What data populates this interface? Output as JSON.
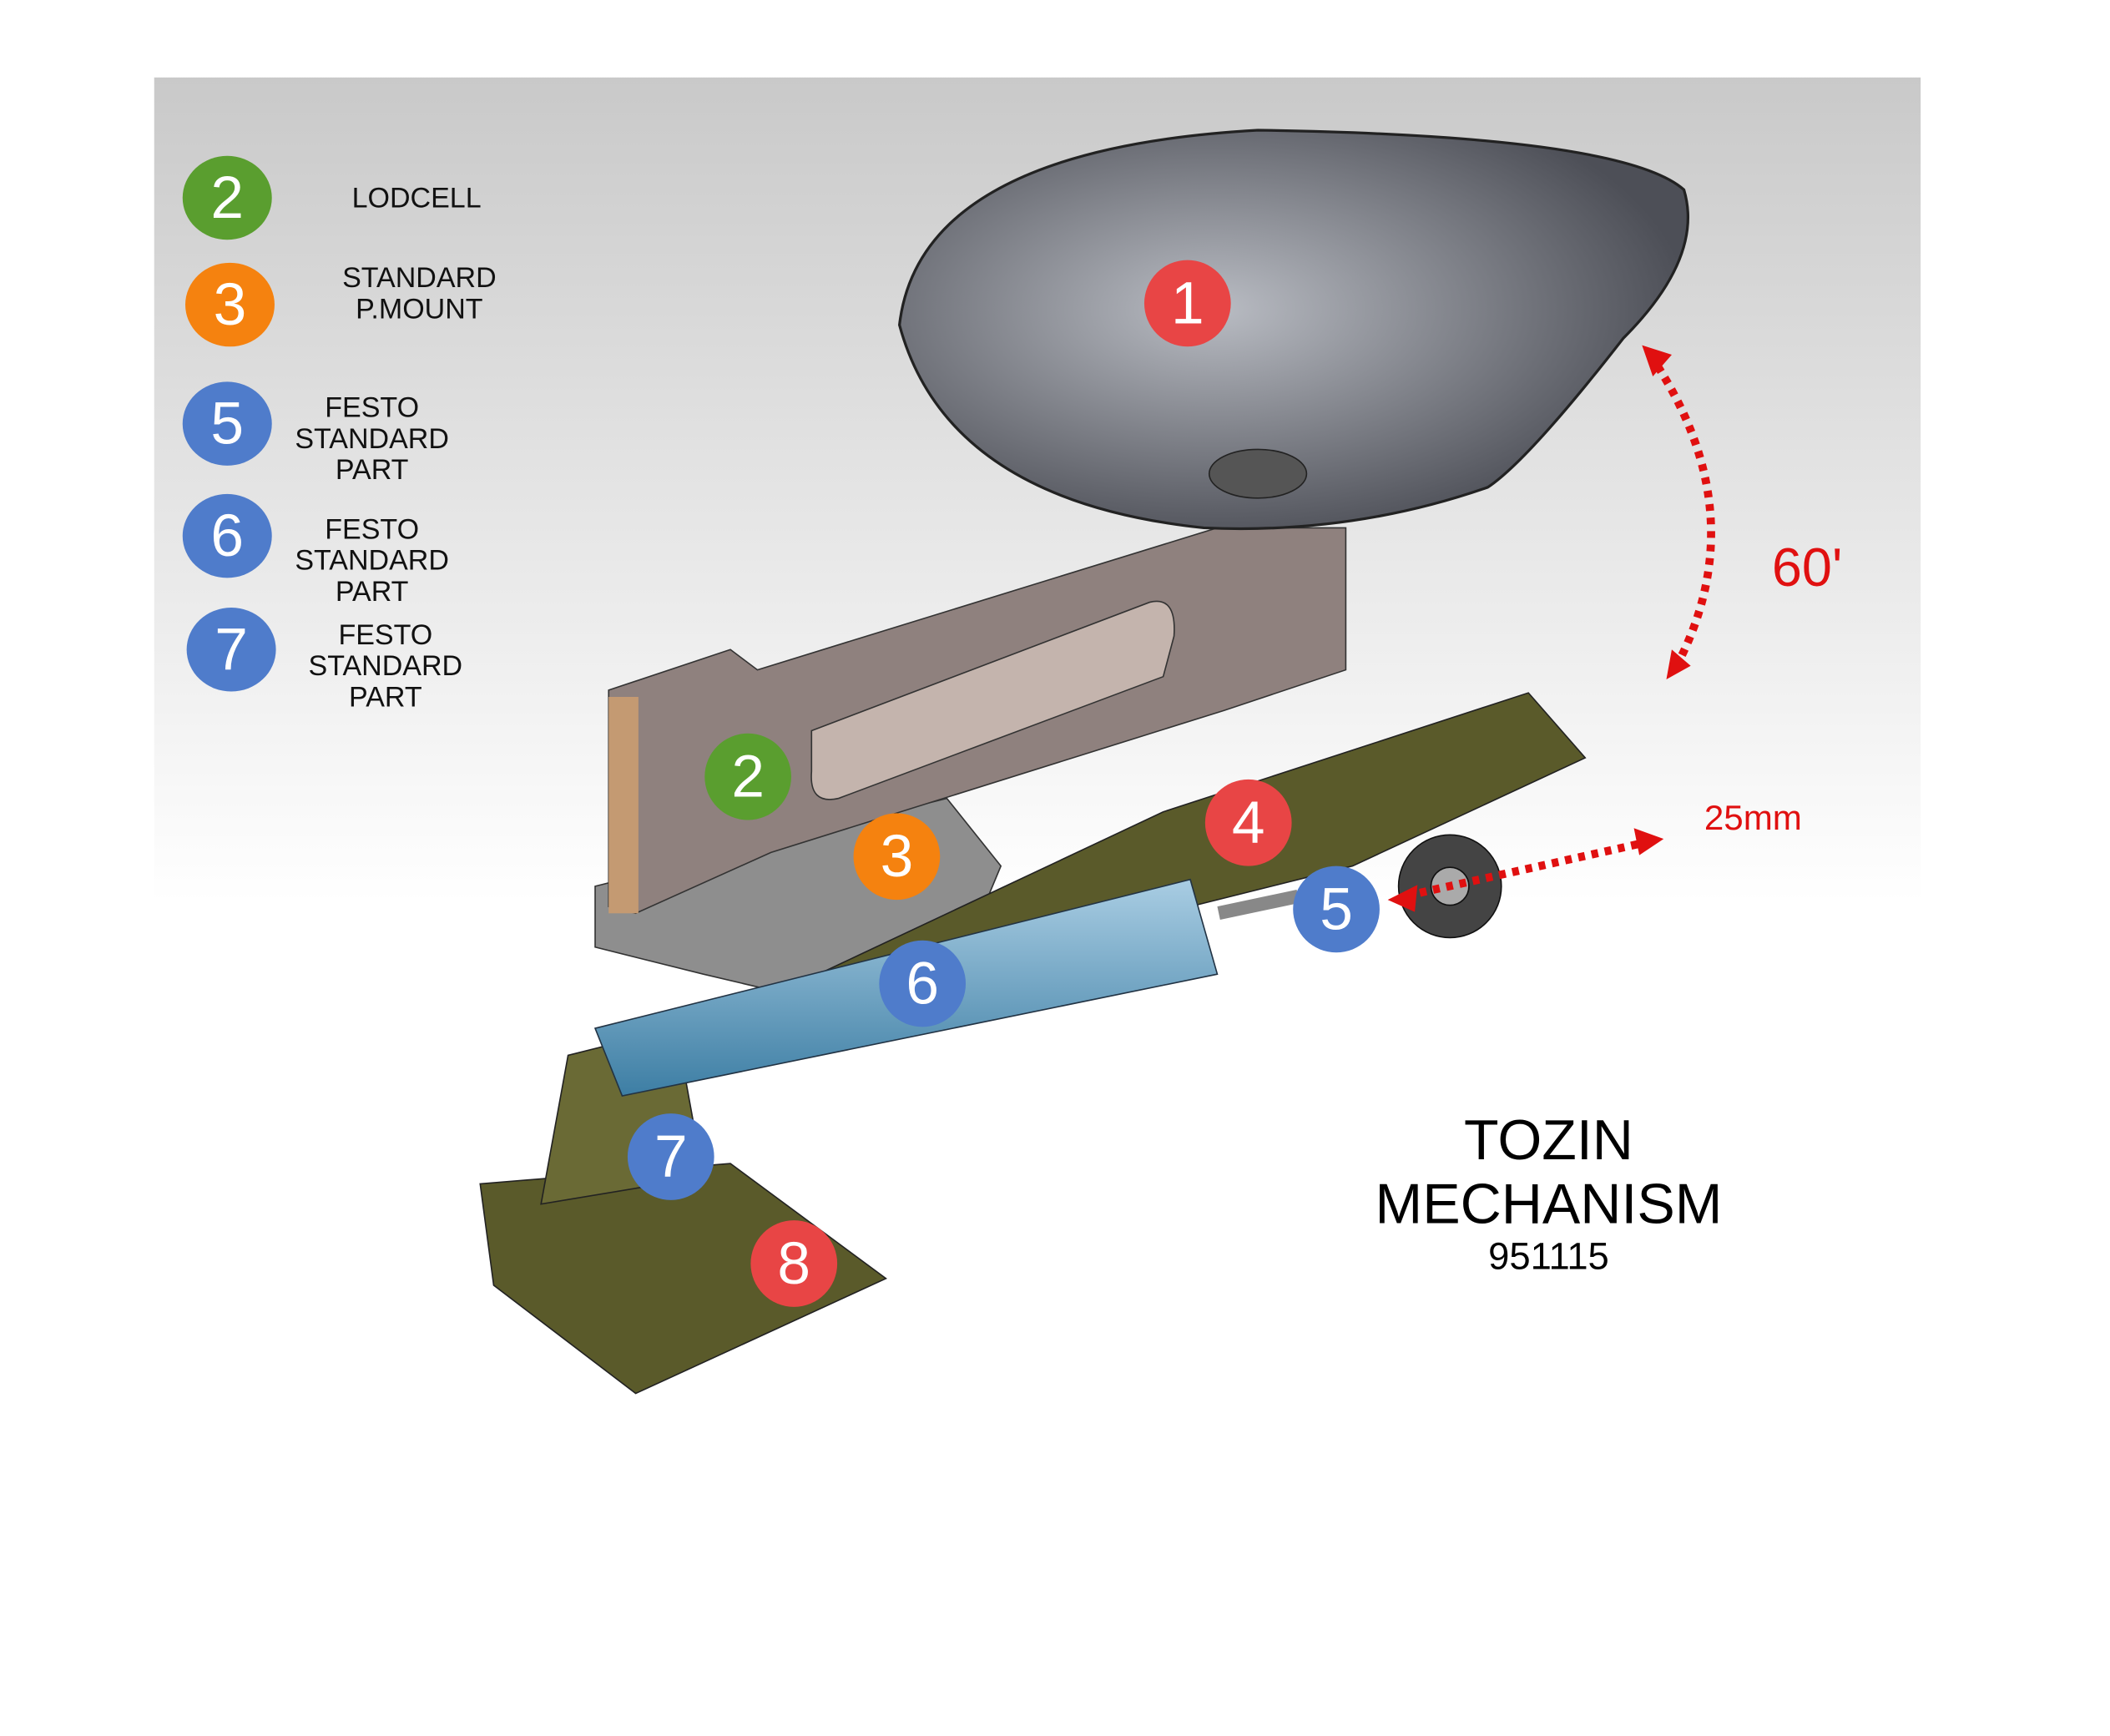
{
  "title": {
    "line1": "TOZIN",
    "line2": "MECHANISM",
    "code": "951115"
  },
  "legend": [
    {
      "number": "2",
      "color": "#5a9e2f",
      "lines": [
        "LODCELL"
      ]
    },
    {
      "number": "3",
      "color": "#f5820f",
      "lines": [
        "STANDARD",
        "P.MOUNT"
      ]
    },
    {
      "number": "5",
      "color": "#4f7ccb",
      "lines": [
        "FESTO",
        "STANDARD",
        "PART"
      ]
    },
    {
      "number": "6",
      "color": "#4f7ccb",
      "lines": [
        "FESTO",
        "STANDARD",
        "PART"
      ]
    },
    {
      "number": "7",
      "color": "#4f7ccb",
      "lines": [
        "FESTO",
        "STANDARD",
        "PART"
      ]
    }
  ],
  "markers": [
    {
      "number": "1",
      "color": "#e84545"
    },
    {
      "number": "2",
      "color": "#5a9e2f"
    },
    {
      "number": "3",
      "color": "#f5820f"
    },
    {
      "number": "4",
      "color": "#e84545"
    },
    {
      "number": "5",
      "color": "#4f7ccb"
    },
    {
      "number": "6",
      "color": "#4f7ccb"
    },
    {
      "number": "7",
      "color": "#4f7ccb"
    },
    {
      "number": "8",
      "color": "#e84545"
    }
  ],
  "annotations": {
    "angle": "60'",
    "stroke": "25mm",
    "color": "#e01010"
  }
}
